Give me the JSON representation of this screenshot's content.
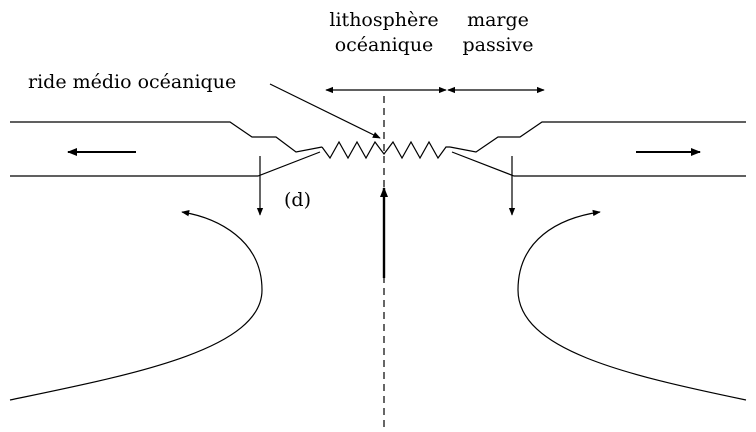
{
  "labels": {
    "lithosphere_line1": "lithosphère",
    "lithosphere_line2": "océanique",
    "marge_line1": "marge",
    "marge_line2": "passive",
    "ridge": "ride médio océanique",
    "d_marker": "(d)"
  }
}
